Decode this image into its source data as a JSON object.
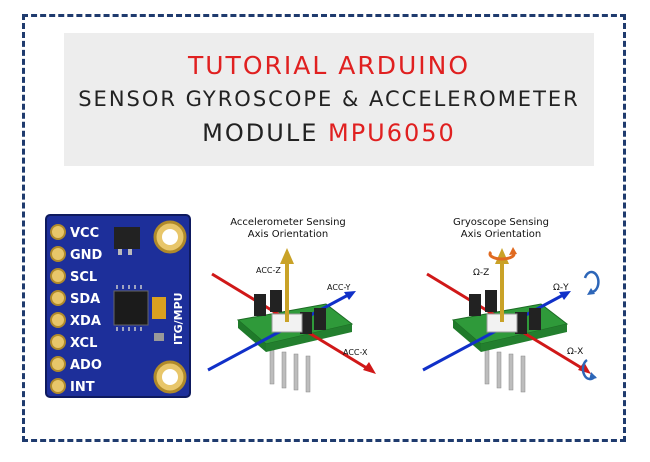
{
  "title": {
    "line1": "TUTORIAL ARDUINO",
    "line2": "SENSOR GYROSCOPE & ACCELEROMETER",
    "line3_prefix": "MODULE ",
    "line3_highlight": "MPU6050"
  },
  "board": {
    "pins": [
      "VCC",
      "GND",
      "SCL",
      "SDA",
      "XDA",
      "XCL",
      "ADO",
      "INT"
    ],
    "side_label": "ITG/MPU"
  },
  "accelerometer": {
    "title_line1": "Accelerometer Sensing",
    "title_line2": "Axis Orientation",
    "label_z": "ACC-Z",
    "label_y": "ACC-Y",
    "label_x": "ACC-X"
  },
  "gyroscope": {
    "title_line1": "Gryoscope Sensing",
    "title_line2": "Axis Orientation",
    "label_z": "Ω-Z",
    "label_y": "Ω-Y",
    "label_x": "Ω-X"
  },
  "colors": {
    "frame": "#1f3b6e",
    "title_red": "#e02020",
    "board_blue": "#1d2f9a",
    "pcb_green": "#2f9a3a",
    "axis_z": "#c9a227",
    "axis_y": "#1030c8",
    "axis_x": "#d01818"
  }
}
